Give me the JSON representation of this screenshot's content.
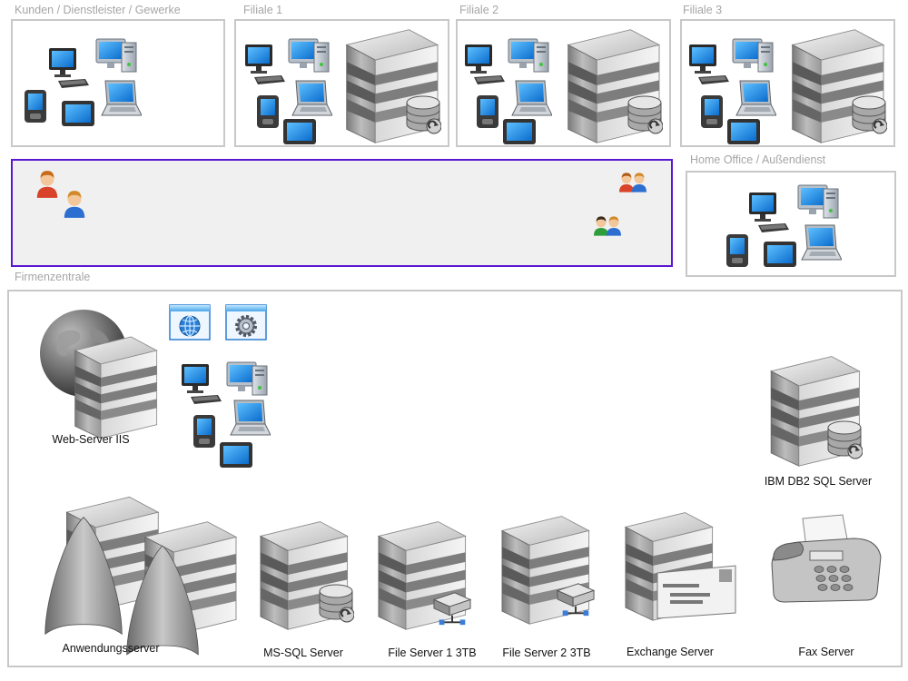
{
  "groups": {
    "kunden": "Kunden / Dienstleister / Gewerke",
    "filiale1": "Filiale 1",
    "filiale2": "Filiale 2",
    "filiale3": "Filiale 3",
    "home_office": "Home Office / Außendienst",
    "firmenzentrale": "Firmenzentrale"
  },
  "nodes": {
    "web_server": "Web-Server IIS",
    "ibm_db2": "IBM DB2 SQL Server",
    "anwendungsserver": "Anwendungsserver",
    "ms_sql": "MS-SQL Server",
    "file_server_1": "File Server 1 3TB",
    "file_server_2": "File Server 2 3TB",
    "exchange": "Exchange Server",
    "fax": "Fax Server"
  },
  "icons": [
    "desktop-pc-icon",
    "workstation-icon",
    "laptop-icon",
    "pda-icon",
    "tablet-icon",
    "server-tower-icon",
    "database-icon",
    "globe-icon",
    "web-browser-window-icon",
    "settings-window-icon",
    "user-icon",
    "user-group-icon",
    "network-drive-icon",
    "envelope-icon",
    "fax-machine-icon",
    "app-server-arch-icon"
  ],
  "colors": {
    "group_border": "#c8c8c8",
    "group_label": "#a6a6a6",
    "internet_border": "#5a18d0",
    "internet_fill": "#f0f0f0",
    "screen_blue": "#1f8fe6"
  }
}
